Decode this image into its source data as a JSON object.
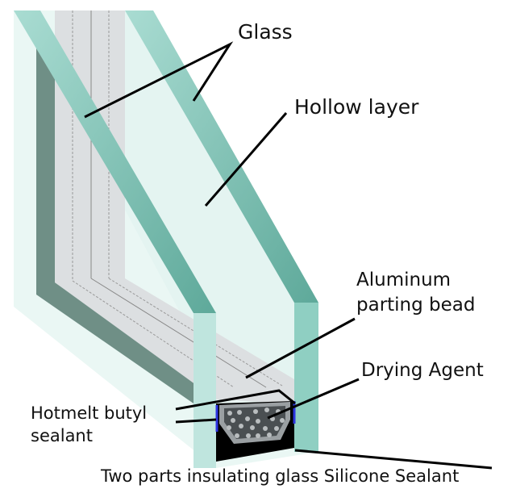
{
  "title": "Insulating glass structure",
  "labels": {
    "glass": "Glass",
    "hollow_layer": "Hollow layer",
    "aluminum_line1": "Aluminum",
    "aluminum_line2": "parting bead",
    "drying_agent": "Drying Agent",
    "hotmelt_line1": "Hotmelt butyl",
    "hotmelt_line2": "sealant",
    "silicone": "Two parts insulating glass Silicone Sealant"
  },
  "colors": {
    "glass_edge": "#7cc4b6",
    "glass_face": "#e8f6f3",
    "frame_dark": "#6f8f86",
    "spacer": "#dcdfe0",
    "desiccant": "#4a4f52",
    "butyl": "#2b33e0",
    "silicone": "#000000"
  }
}
